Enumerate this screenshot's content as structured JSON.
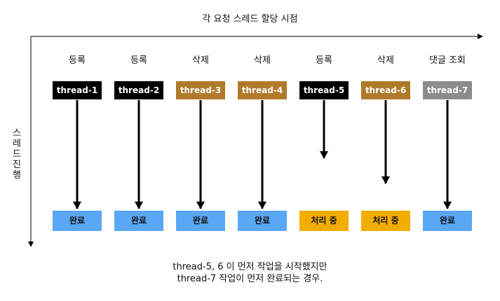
{
  "title": "각 요청 스레드 할당 시점",
  "side_label": "스레드 진행",
  "colors": {
    "black": "#000000",
    "brown": "#b07a2a",
    "gray": "#8c8c8c",
    "blue": "#5aa7f5",
    "amber": "#f2ad00"
  },
  "columns": [
    {
      "action": "등록",
      "thread": "thread-1",
      "thread_color": "black",
      "status": "완료",
      "status_color": "blue",
      "arrow_reaches_status": true
    },
    {
      "action": "등록",
      "thread": "thread-2",
      "thread_color": "black",
      "status": "완료",
      "status_color": "blue",
      "arrow_reaches_status": true
    },
    {
      "action": "삭제",
      "thread": "thread-3",
      "thread_color": "brown",
      "status": "완료",
      "status_color": "blue",
      "arrow_reaches_status": true
    },
    {
      "action": "삭제",
      "thread": "thread-4",
      "thread_color": "brown",
      "status": "완료",
      "status_color": "blue",
      "arrow_reaches_status": true
    },
    {
      "action": "등록",
      "thread": "thread-5",
      "thread_color": "black",
      "status": "처리 중",
      "status_color": "amber",
      "arrow_reaches_status": false
    },
    {
      "action": "삭제",
      "thread": "thread-6",
      "thread_color": "brown",
      "status": "처리 중",
      "status_color": "amber",
      "arrow_reaches_status": false
    },
    {
      "action": "댓글 조회",
      "thread": "thread-7",
      "thread_color": "gray",
      "status": "완료",
      "status_color": "blue",
      "arrow_reaches_status": true
    }
  ],
  "caption": {
    "line1": "thread-5, 6 이 먼저 작업을 시작했지만",
    "line2": "thread-7 작업이 먼저 완료되는 경우."
  }
}
